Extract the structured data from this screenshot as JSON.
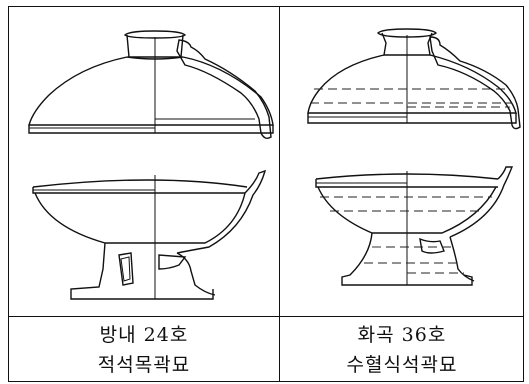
{
  "figures": [
    {
      "name_line1": "방내 24호",
      "name_line2": "적석목곽묘"
    },
    {
      "name_line1": "화곡 36호",
      "name_line2": "수혈식석곽묘"
    }
  ]
}
